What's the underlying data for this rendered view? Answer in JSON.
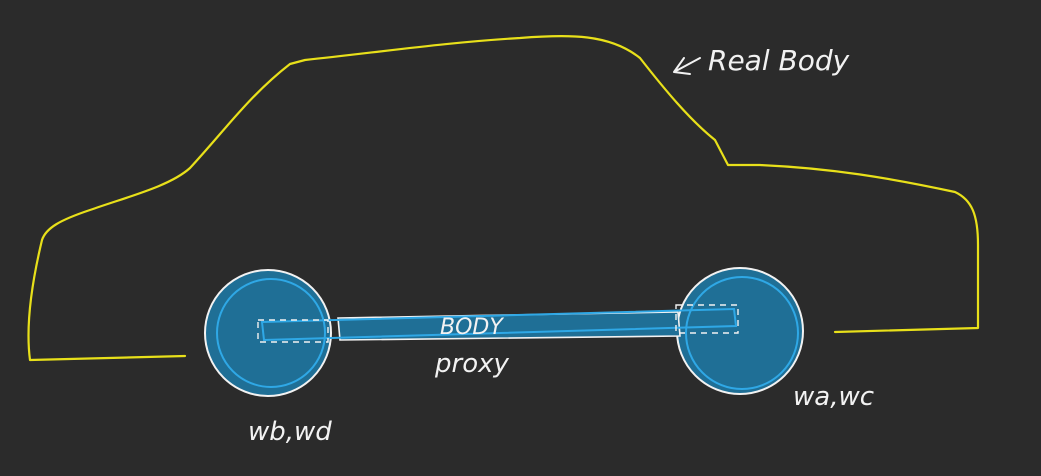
{
  "colors": {
    "background": "#2b2b2b",
    "car_outline": "#e8e01a",
    "wheel_fill": "#1f6f96",
    "wheel_stroke": "#2fa8e6",
    "ink": "#f2f2f2"
  },
  "labels": {
    "real_body": "Real Body",
    "body": "BODY",
    "proxy": "proxy",
    "rear_wheels": "wb,wd",
    "front_wheels": "wa,wc"
  }
}
